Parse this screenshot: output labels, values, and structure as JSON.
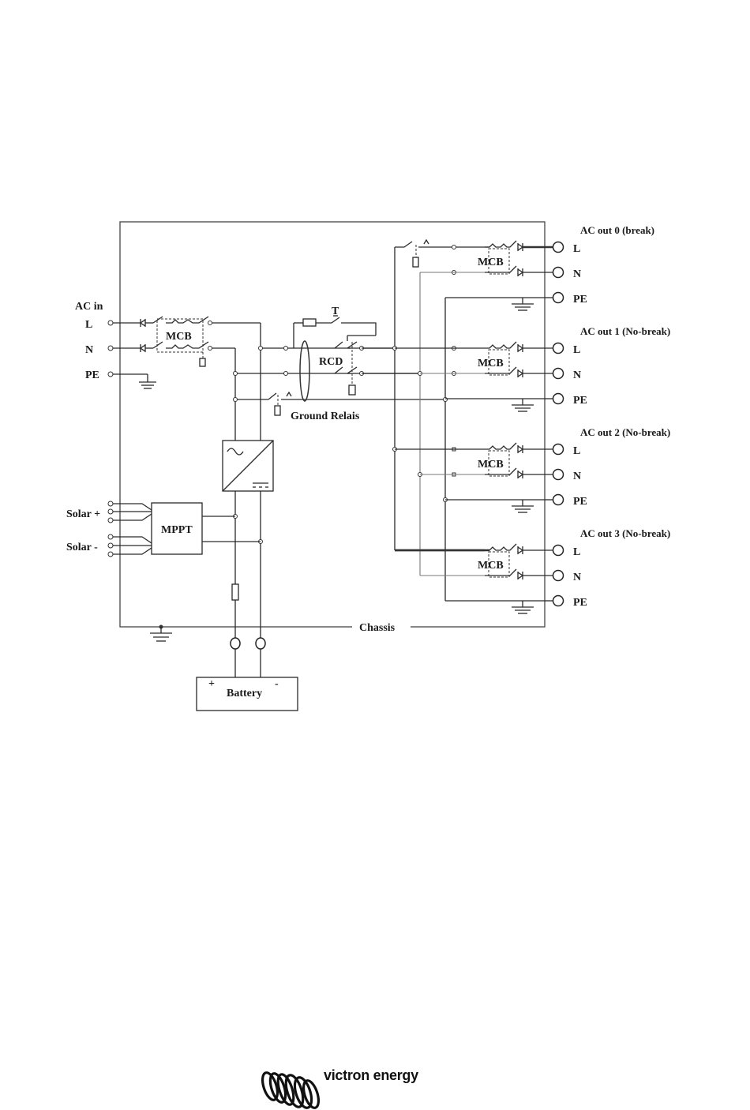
{
  "diagram": {
    "ac_in": {
      "title": "AC in",
      "l": "L",
      "n": "N",
      "pe": "PE"
    },
    "mcb_label": "MCB",
    "t_label": "T",
    "rcd_label": "RCD",
    "ground_relay_label": "Ground Relais",
    "solar_plus_label": "Solar +",
    "solar_minus_label": "Solar -",
    "mppt_label": "MPPT",
    "chassis_label": "Chassis",
    "battery": {
      "label": "Battery",
      "plus": "+",
      "minus": "-"
    },
    "outputs": [
      {
        "title": "AC out 0 (break)",
        "l": "L",
        "n": "N",
        "pe": "PE",
        "mcb": "MCB"
      },
      {
        "title": "AC out 1 (No-break)",
        "l": "L",
        "n": "N",
        "pe": "PE",
        "mcb": "MCB"
      },
      {
        "title": "AC out 2 (No-break)",
        "l": "L",
        "n": "N",
        "pe": "PE",
        "mcb": "MCB"
      },
      {
        "title": "AC out 3 (No-break)",
        "l": "L",
        "n": "N",
        "pe": "PE",
        "mcb": "MCB"
      }
    ]
  },
  "footer": {
    "brand": "victron energy",
    "logo_icon": "victron-rings-logo-icon"
  }
}
